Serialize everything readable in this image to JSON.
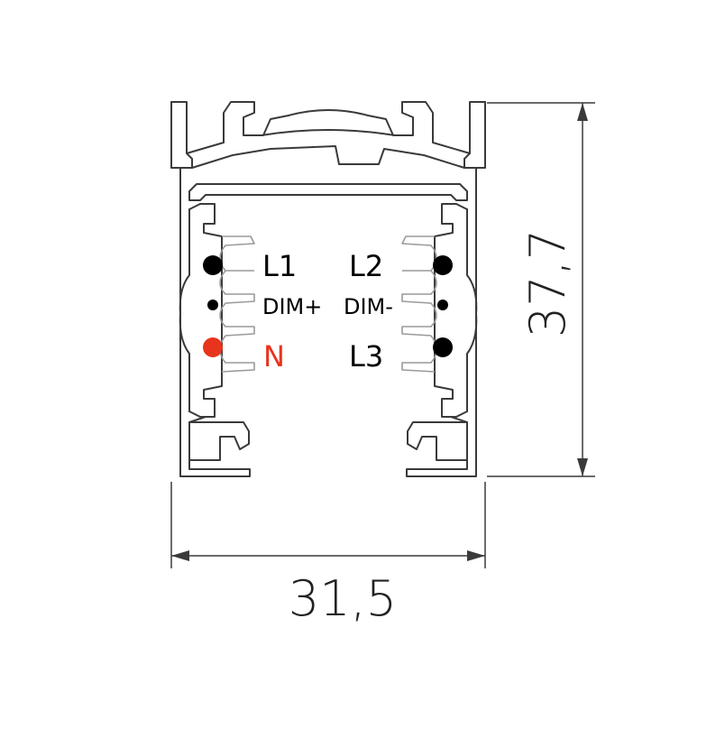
{
  "colors": {
    "outline": "#3a3a3a",
    "contact": "#000000",
    "neutral": "#e8341c",
    "spring": "#9a9a9a"
  },
  "labels": {
    "l1": "L1",
    "l2": "L2",
    "dim_plus": "DIM+",
    "dim_minus": "DIM-",
    "n": "N",
    "l3": "L3"
  },
  "dimensions": {
    "width": "31,5",
    "height": "37,7"
  }
}
